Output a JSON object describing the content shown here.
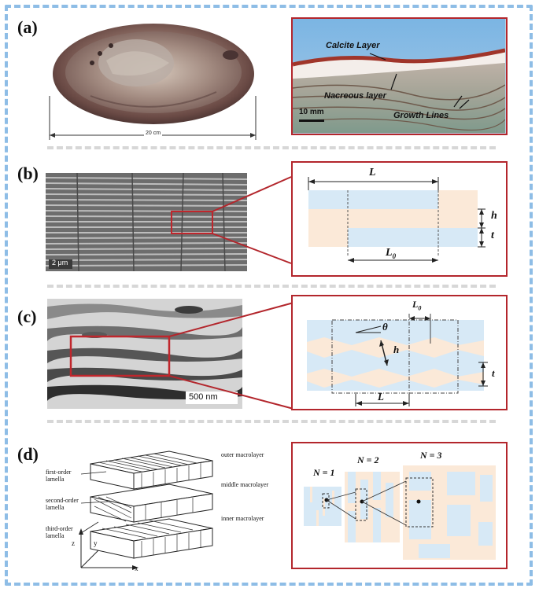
{
  "panels": {
    "a": {
      "label": "(a)",
      "scale_text": "20 cm",
      "annotations": {
        "calcite": "Calcite Layer",
        "nacreous": "Nacreous layer",
        "growth": "Growth Lines",
        "scale": "10 mm"
      }
    },
    "b": {
      "label": "(b)",
      "scale_text": "2 μm",
      "symbols": {
        "L": "L",
        "L0": "L",
        "L0_sub": "0",
        "h": "h",
        "t": "t"
      }
    },
    "c": {
      "label": "(c)",
      "scale_text": "500 nm",
      "symbols": {
        "L": "L",
        "L0": "L",
        "L0_sub": "0",
        "theta": "θ",
        "h": "h",
        "t": "t"
      }
    },
    "d": {
      "label": "(d)",
      "layers": {
        "outer": "outer macrolayer",
        "middle": "middle macrolayer",
        "inner": "inner macrolayer"
      },
      "lamellae": {
        "first_1": "first-order",
        "first_2": "lamella",
        "second_1": "second-order",
        "second_2": "lamella",
        "third_1": "third-order",
        "third_2": "lamella"
      },
      "axes": {
        "z": "z",
        "y": "y",
        "x": "x"
      },
      "hierarchy": {
        "n1": "N = 1",
        "n2": "N = 2",
        "n3": "N = 3"
      }
    }
  },
  "colors": {
    "frame": "#8ebde6",
    "box_border": "#b3262c",
    "blue_fill": "#d7e9f6",
    "peach_fill": "#fbe9d8"
  }
}
